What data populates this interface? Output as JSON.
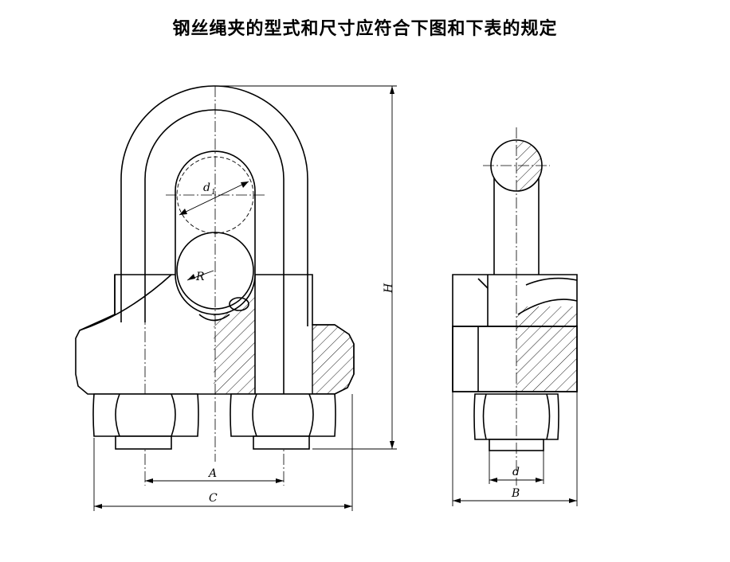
{
  "title": "钢丝绳夹的型式和尺寸应符合下图和下表的规定",
  "labels": {
    "A": "A",
    "C": "C",
    "H": "H",
    "B": "B",
    "d": "d",
    "d1": "d",
    "d1_sub": "1",
    "R": "R"
  }
}
